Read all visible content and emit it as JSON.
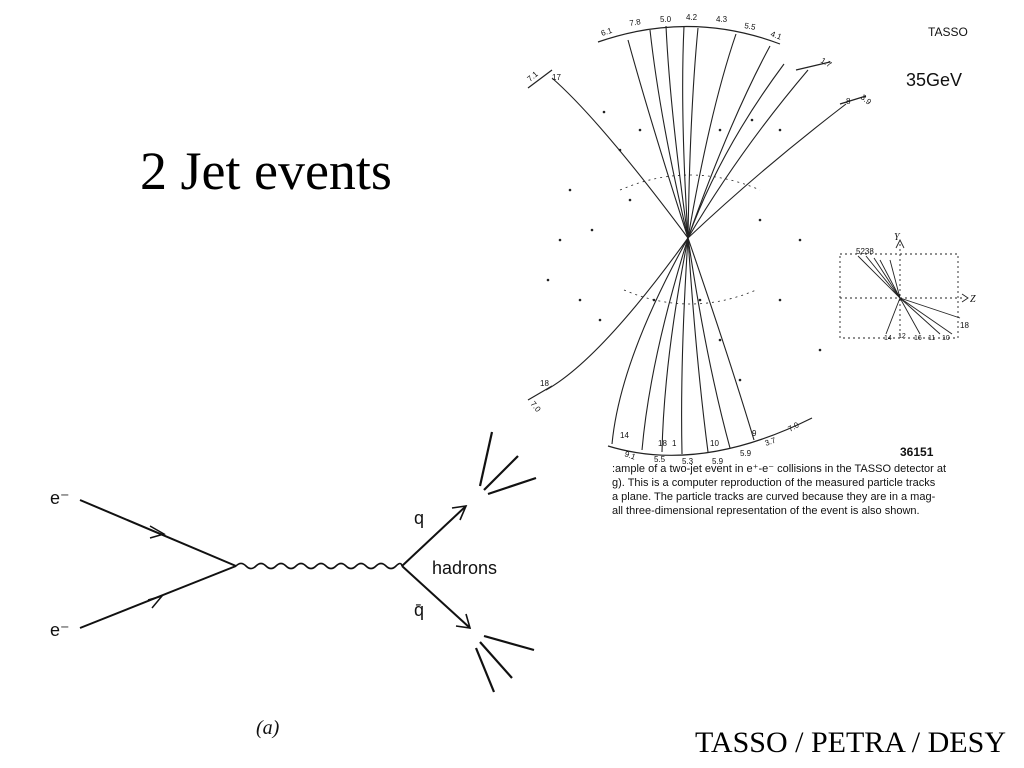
{
  "slide": {
    "title": "2 Jet events",
    "footer": "TASSO / PETRA / DESY"
  },
  "event_display": {
    "detector_label": "TASSO",
    "energy_label": "35GeV",
    "event_number": "36151",
    "top_scale_labels": [
      "6.1",
      "7.8",
      "5.0",
      "4.2",
      "4.3",
      "5.5",
      "4.1"
    ],
    "top_right_labels": [
      "1.7",
      "3.9",
      "8"
    ],
    "left_labels": [
      "7.1",
      "17",
      "18",
      "7.0"
    ],
    "bottom_scale_labels": [
      "14",
      "9.1",
      "18",
      "1",
      "5.5",
      "5.3",
      "10",
      "5.9",
      "5.9",
      "9",
      "3.7",
      "7.0"
    ],
    "inset": {
      "axis_y": "Y",
      "axis_z": "Z",
      "top_labels": "5238",
      "right_label": "18",
      "bottom_labels": [
        "14",
        "12",
        "16",
        "11",
        "10"
      ]
    },
    "caption_lines": [
      ":ample of a two-jet event in e⁺-e⁻ collisions in the TASSO detector at",
      "g). This is a computer reproduction of the measured particle tracks",
      "a plane. The particle tracks are curved because they are in a mag-",
      "all three-dimensional representation of the event is also shown."
    ]
  },
  "feynman": {
    "incoming_top": "e⁻",
    "incoming_bottom": "e⁻",
    "outgoing_quark": "q",
    "outgoing_antiquark": "q̄",
    "hadrons_label": "hadrons",
    "panel_label": "(a)"
  }
}
